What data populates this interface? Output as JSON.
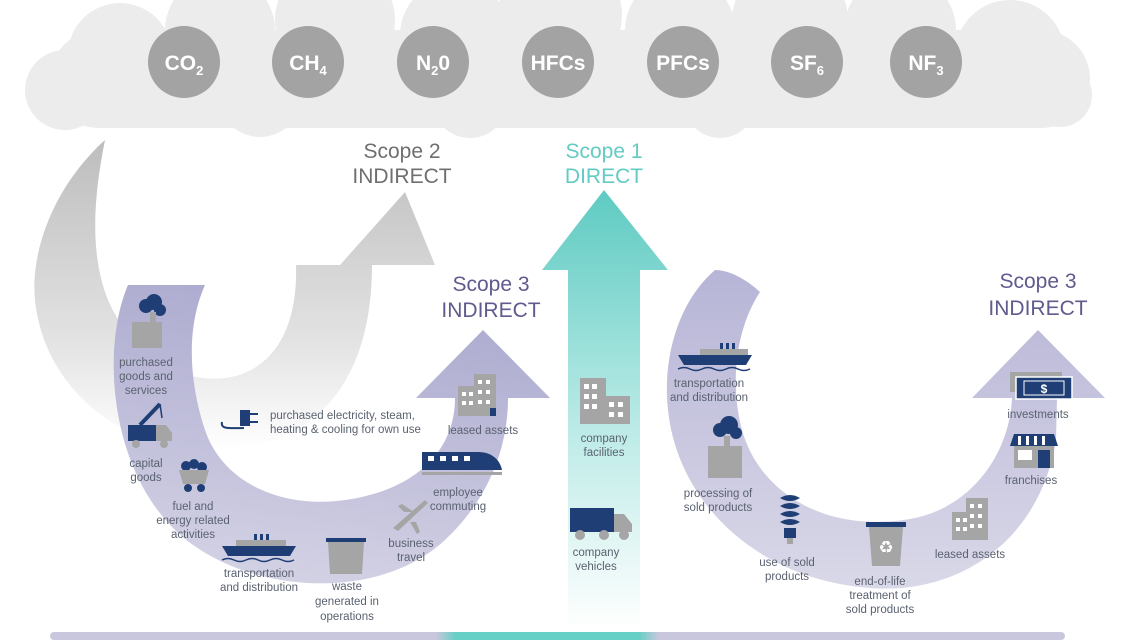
{
  "gases": [
    {
      "base": "CO",
      "sub": "2"
    },
    {
      "base": "CH",
      "sub": "4"
    },
    {
      "base": "N",
      "sub": "2",
      "tail": "0"
    },
    {
      "base": "HFCs",
      "sub": ""
    },
    {
      "base": "PFCs",
      "sub": ""
    },
    {
      "base": "SF",
      "sub": "6"
    },
    {
      "base": "NF",
      "sub": "3"
    }
  ],
  "scope2": {
    "line1": "Scope 2",
    "line2": "INDIRECT"
  },
  "scope1": {
    "line1": "Scope 1",
    "line2": "DIRECT"
  },
  "scope3_upstream": {
    "line1": "Scope 3",
    "line2": "INDIRECT"
  },
  "scope3_downstream": {
    "line1": "Scope 3",
    "line2": "INDIRECT"
  },
  "scope2_items": {
    "electricity": {
      "lines": [
        "purchased electricity, steam,",
        "heating & cooling for own use"
      ],
      "icon": "plug-icon"
    }
  },
  "scope1_items": {
    "facilities": {
      "lines": [
        "company",
        "facilities"
      ],
      "icon": "building-icon"
    },
    "vehicles": {
      "lines": [
        "company",
        "vehicles"
      ],
      "icon": "truck-icon"
    }
  },
  "upstream_items": {
    "purchased_goods": {
      "lines": [
        "purchased",
        "goods and",
        "services"
      ],
      "icon": "factory-icon"
    },
    "capital_goods": {
      "lines": [
        "capital",
        "goods"
      ],
      "icon": "crane-truck-icon"
    },
    "fuel_energy": {
      "lines": [
        "fuel and",
        "energy related",
        "activities"
      ],
      "icon": "coal-cart-icon"
    },
    "transportation": {
      "lines": [
        "transportation",
        "and distribution"
      ],
      "icon": "ship-icon"
    },
    "waste": {
      "lines": [
        "waste",
        "generated in",
        "operations"
      ],
      "icon": "dumpster-icon"
    },
    "business_travel": {
      "lines": [
        "business",
        "travel"
      ],
      "icon": "airplane-icon"
    },
    "employee_commuting": {
      "lines": [
        "employee",
        "commuting"
      ],
      "icon": "train-icon"
    },
    "leased_assets": {
      "lines": [
        "leased assets"
      ],
      "icon": "building-icon"
    }
  },
  "downstream_items": {
    "transportation": {
      "lines": [
        "transportation",
        "and distribution"
      ],
      "icon": "ship-icon"
    },
    "processing": {
      "lines": [
        "processing of",
        "sold products"
      ],
      "icon": "factory-icon"
    },
    "use_of_sold": {
      "lines": [
        "use of sold",
        "products"
      ],
      "icon": "bulb-icon"
    },
    "end_of_life": {
      "lines": [
        "end-of-life",
        "treatment of",
        "sold products"
      ],
      "icon": "recycle-bin-icon"
    },
    "leased_assets": {
      "lines": [
        "leased assets"
      ],
      "icon": "building-icon"
    },
    "franchises": {
      "lines": [
        "franchises"
      ],
      "icon": "storefront-icon"
    },
    "investments": {
      "lines": [
        "investments"
      ],
      "icon": "money-icon"
    },
    "investments_symbol": "$"
  },
  "colors": {
    "cloud": "#ececec",
    "gas_circle": "#a3a3a3",
    "scope2_text": "#6f6f6f",
    "scope1": "#62cbc3",
    "scope3": "#5f5b8e",
    "icon_navy": "#1f3e75",
    "icon_gray": "#a5a5a5",
    "label_text": "#5a6270"
  }
}
